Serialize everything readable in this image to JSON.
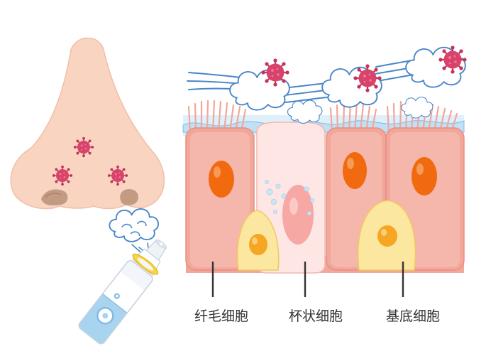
{
  "labels": {
    "ciliated": "纤毛细胞",
    "goblet": "杯状细胞",
    "basal": "基底细胞"
  },
  "colors": {
    "skin": "#f8d4c1",
    "cell_pink": "#f2a79b",
    "cell_pink_light": "#f7c5bb",
    "nucleus": "#f26a10",
    "basal_cell": "#fbe7a0",
    "basal_nucleus": "#f6a623",
    "goblet_cell": "#fde6e4",
    "virus": "#d9436b",
    "spray_blue": "#4a86c8"
  },
  "icons": [
    "nose-icon",
    "virus-icon",
    "nasal-spray-icon",
    "mist-cloud-icon"
  ]
}
